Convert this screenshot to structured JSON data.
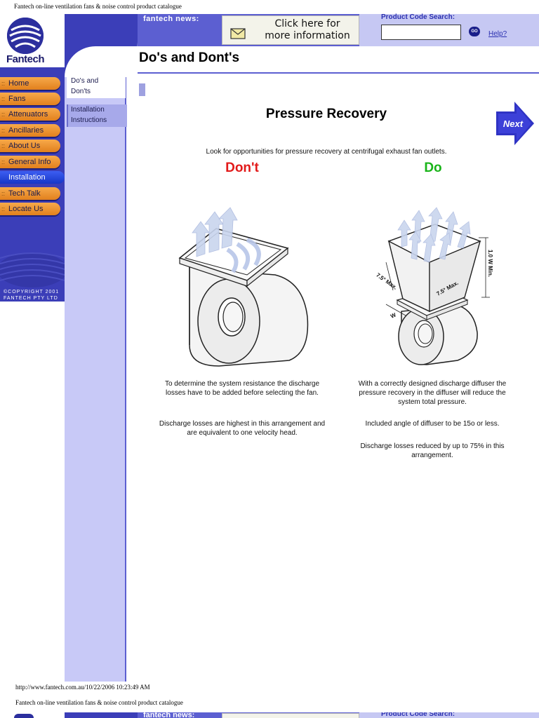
{
  "print": {
    "header_title": "Fantech on-line ventilation fans & noise control product catalogue",
    "footer_url": "http://www.fantech.com.au/10/22/2006 10:23:49 AM",
    "next_page_title": "Fantech on-line ventilation fans & noise control product catalogue"
  },
  "banner": {
    "news_label": "fantech news:",
    "news_line1": "Click here for",
    "news_line2": "more information",
    "product_code_label": "Product Code Search:",
    "product_code_value": "",
    "go_label": "GO",
    "help_label": "Help?"
  },
  "logo": {
    "text": "Fantech"
  },
  "nav": {
    "items": [
      {
        "label": "Home"
      },
      {
        "label": "Fans"
      },
      {
        "label": "Attenuators"
      },
      {
        "label": "Ancillaries"
      },
      {
        "label": "About Us"
      },
      {
        "label": "General Info"
      },
      {
        "label": "Installation"
      },
      {
        "label": "Tech Talk"
      },
      {
        "label": "Locate Us"
      }
    ],
    "active": "Installation",
    "copyright_line1": "©COPYRIGHT 2001",
    "copyright_line2": "FANTECH PTY LTD"
  },
  "subnav": {
    "item1_line1": "Do's and",
    "item1_line2": "Don'ts",
    "item2_line1": "Installation",
    "item2_line2": "Instructions"
  },
  "page": {
    "title": "Do's and Dont's",
    "heading": "Pressure Recovery",
    "next_label": "Next",
    "lead": "Look for opportunities for pressure recovery at centrifugal exhaust fan outlets.",
    "dont_label": "Don't",
    "do_label": "Do",
    "dont_text1": "To determine the system resistance the discharge losses have to be added before selecting the fan.",
    "dont_text2": "Discharge losses are highest in this arrangement and are equivalent to one velocity head.",
    "do_text1": "With a correctly designed discharge diffuser the pressure recovery in the diffuser will reduce the system total pressure.",
    "do_text2": "Included angle of diffuser to be 15o or less.",
    "do_text3": "Discharge losses reduced by up to 75% in this arrangement.",
    "diagram_angle_left": "7.5° Max.",
    "diagram_angle_right": "7.5° Max.",
    "diagram_length": "1.0 W Min.",
    "diagram_width": "W"
  }
}
